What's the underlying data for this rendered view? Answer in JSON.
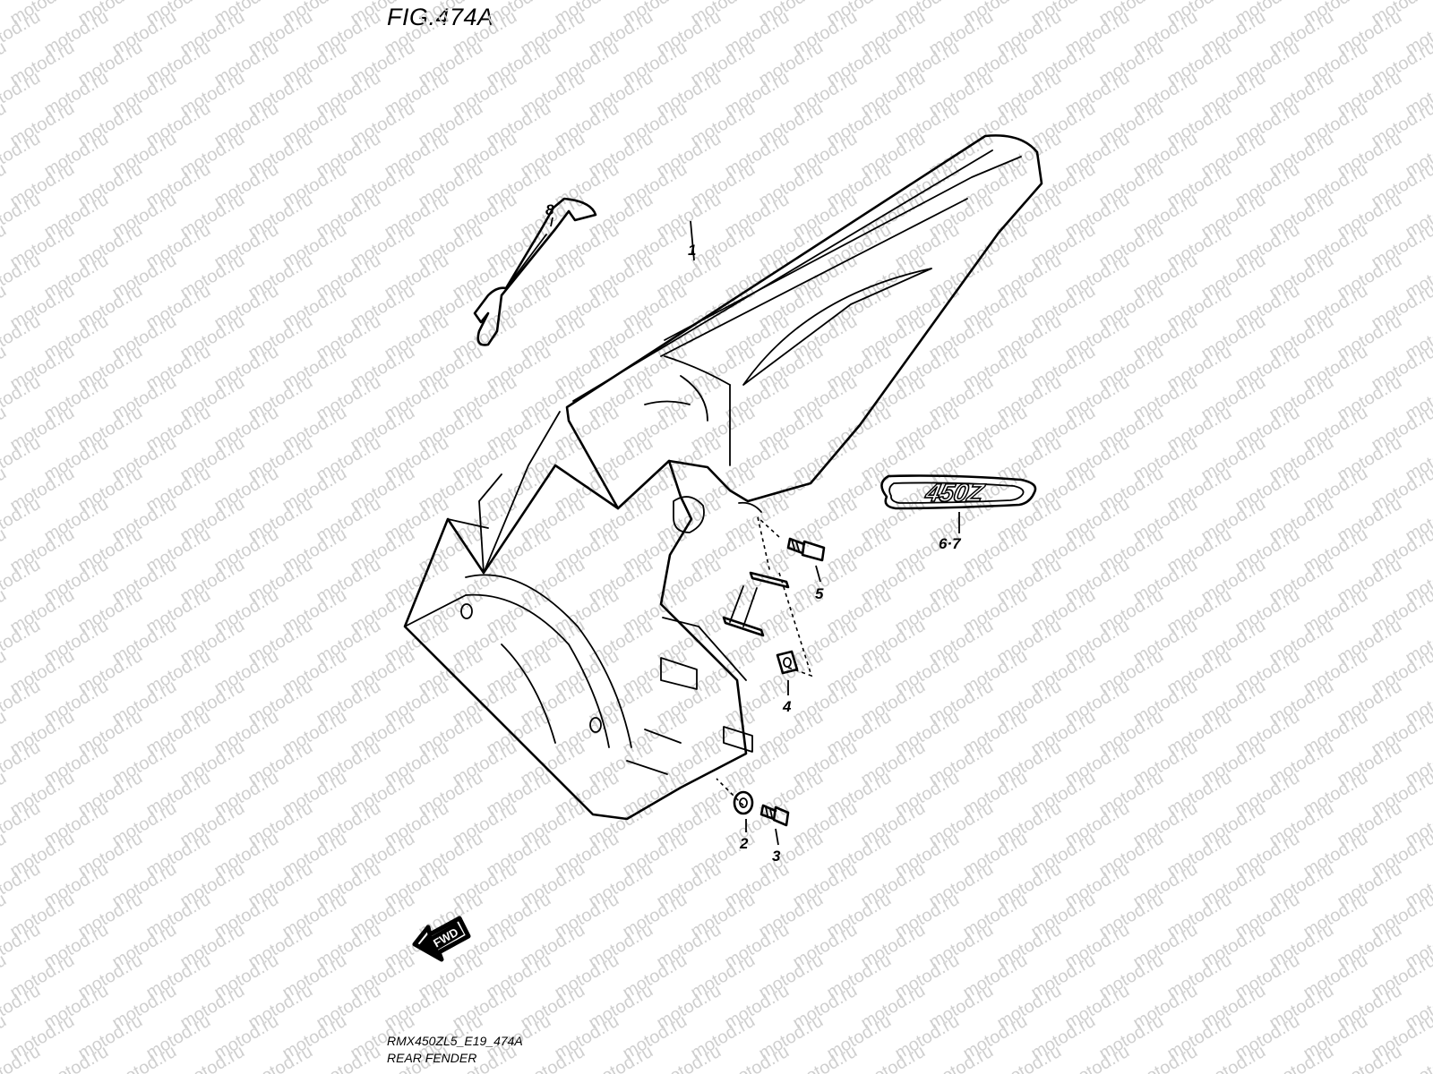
{
  "figure": {
    "title": "FIG.474A",
    "code": "RMX450ZL5_E19_474A",
    "name": "REAR FENDER"
  },
  "watermark": {
    "text": "motod.ru",
    "color": "#cfcfcf"
  },
  "callouts": {
    "c1": "1",
    "c2": "2",
    "c3": "3",
    "c4": "4",
    "c5": "5",
    "c67": "6·7",
    "c8": "8"
  },
  "decal": {
    "text": "450Z"
  },
  "fwd_arrow": {
    "text": "FWD"
  },
  "icons": {
    "fwd": "fwd-arrow-icon"
  }
}
